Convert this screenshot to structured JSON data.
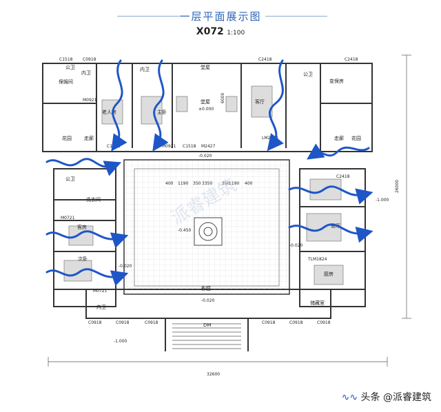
{
  "header": {
    "title": "一层平面展示图",
    "code": "X072",
    "scale": "1:100"
  },
  "rooms": {
    "baomu": "保姆间",
    "gongwei_1": "公卫",
    "neiwei_1": "内卫",
    "neiwei_2": "内卫",
    "laoren": "老人房",
    "zhuwo": "主卧",
    "tangwu": "堂屋",
    "ketang": "客厅",
    "gongwei_2": "公卫",
    "biandang": "变保房",
    "huajing_1": "花园",
    "zoulang_1": "走廊",
    "zoulang_2": "走廊",
    "huajing_2": "花园",
    "gongwei_3": "公卫",
    "xiyi": "洗衣间",
    "kefang": "客房",
    "ciwo": "次卧",
    "neiwei_3": "内卫",
    "chufang": "厨房",
    "chucang": "储藏室",
    "canting": "餐厅",
    "yingbi": "影壁",
    "dm": "DM"
  },
  "labels": {
    "tangwu_level": "±0.000",
    "court_level": "-0.450",
    "level_020_top": "-0.020",
    "level_020_right": "-0.020",
    "level_020_left": "-0.020",
    "level_020_bottom": "-0.020",
    "outside_level": "-1.000",
    "right_level": "-1.000",
    "dim_total_w": "32600",
    "dim_total_h": "26000",
    "dim_6000": "6000",
    "dim_3350": "3350",
    "dim_1190_a": "1190",
    "dim_1190_b": "1190",
    "dim_350_a": "350",
    "dim_350_b": "350",
    "dim_400_a": "400",
    "dim_400_b": "400",
    "door_m2427": "M2427",
    "door_lm2424": "LM2424",
    "door_tlm1824": "TLM1824",
    "win_c1518_a": "C1518",
    "win_c1518_b": "C1518",
    "win_c1518_c": "C1518",
    "win_c0918_a": "C0918",
    "win_c2418_a": "C2418",
    "win_c2418_b": "C2418",
    "win_c2418_c": "C2418",
    "win_c0918_b": "C0918",
    "win_c0918_c": "C0918",
    "win_c0918_d": "C0918",
    "win_c0918_e": "C0918",
    "win_c0918_f": "C0918",
    "win_c0918_g": "C0918",
    "door_m0921_a": "M0921",
    "door_m0921_b": "M0921",
    "door_m0721_a": "M0721",
    "door_m0721_b": "M0721"
  },
  "watermark": {
    "text": "头条 @派睿建筑",
    "plan_watermark": "派睿建筑"
  },
  "colors": {
    "title": "#2c63b8",
    "arrow": "#1f56c7",
    "wall": "#333333",
    "accent_line": "#8fa9cf"
  }
}
